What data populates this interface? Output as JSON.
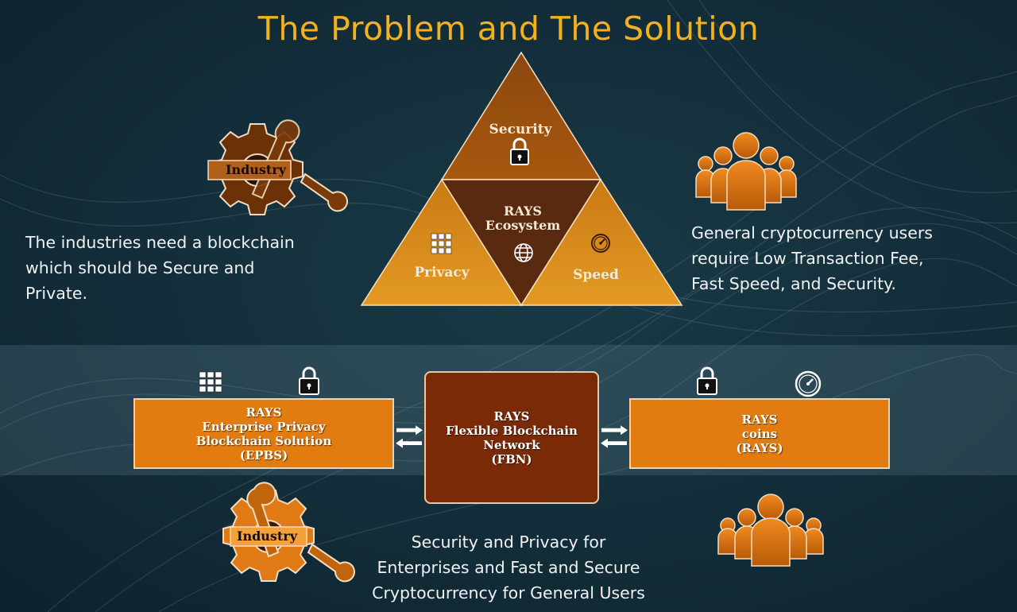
{
  "title": "The Problem and The Solution",
  "left_text": [
    "The industries need a blockchain",
    "which should be Secure and",
    "Private."
  ],
  "right_text": [
    "General cryptocurrency users",
    "require Low Transaction Fee,",
    "Fast Speed, and Security."
  ],
  "bottom_text": [
    "Security and Privacy for",
    "Enterprises and Fast and Secure",
    "Cryptocurrency for General Users"
  ],
  "triangle": {
    "top": "Security",
    "center": [
      "RAYS",
      "Ecosystem"
    ],
    "left": "Privacy",
    "right": "Speed"
  },
  "industry_label": "Industry",
  "boxes": {
    "epbs": [
      "RAYS",
      "Enterprise Privacy",
      "Blockchain Solution",
      "(EPBS)"
    ],
    "fbn": [
      "RAYS",
      "Flexible Blockchain",
      "Network",
      "(FBN)"
    ],
    "coins": [
      "RAYS",
      "coins",
      "(RAYS)"
    ]
  },
  "colors": {
    "title": "#f3b21c",
    "orange": "#e27b10",
    "brown": "#7a2a06",
    "triangle_dark": "#9a4f0c",
    "triangle_light": "#d98a18",
    "background": "#0f2a37"
  },
  "icons": [
    "gear-wrench-icon",
    "lock-icon",
    "grid-icon",
    "globe-icon",
    "speedometer-icon",
    "people-group-icon",
    "double-arrow-icon"
  ]
}
